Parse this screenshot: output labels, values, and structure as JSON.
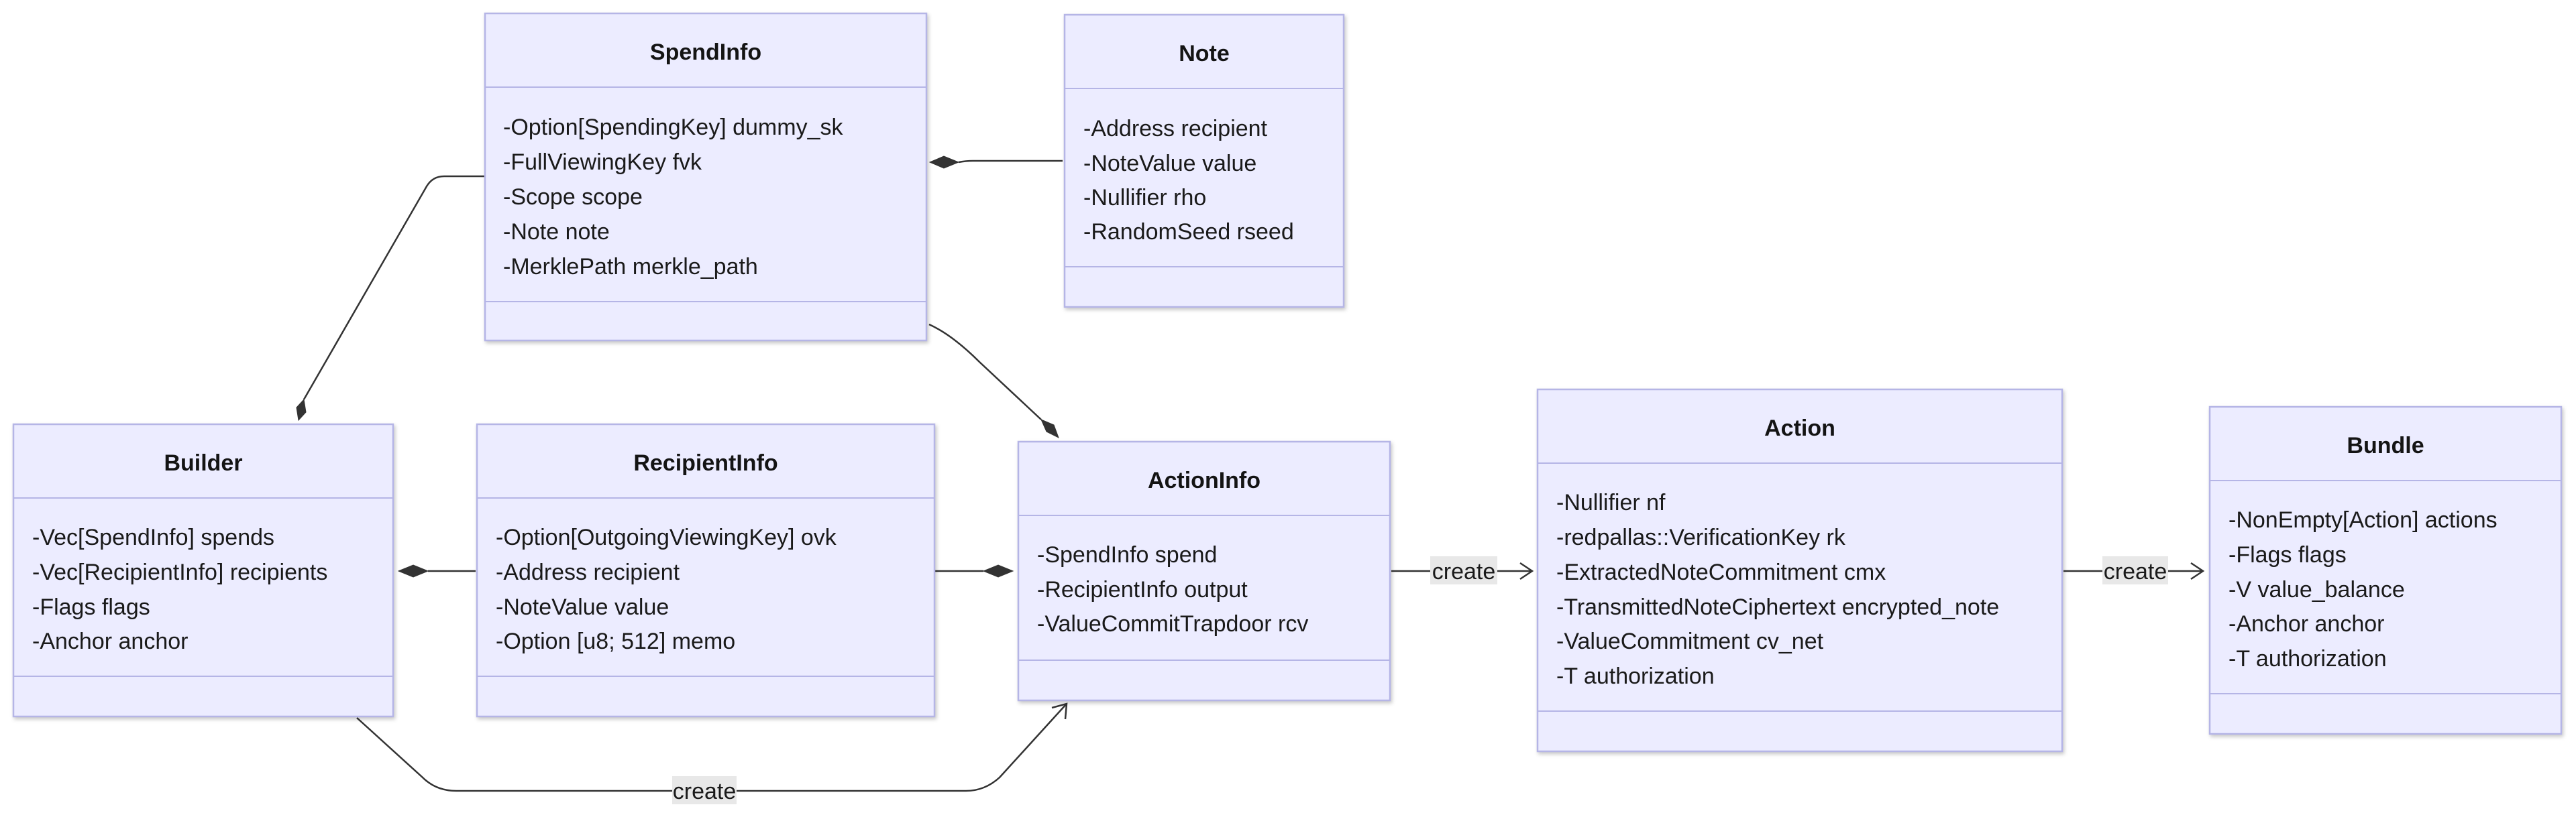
{
  "classes": {
    "spendinfo": {
      "name": "SpendInfo",
      "members": [
        "-Option[SpendingKey] dummy_sk",
        "-FullViewingKey fvk",
        "-Scope scope",
        "-Note note",
        "-MerklePath merkle_path"
      ]
    },
    "note": {
      "name": "Note",
      "members": [
        "-Address recipient",
        "-NoteValue value",
        "-Nullifier rho",
        "-RandomSeed rseed"
      ]
    },
    "builder": {
      "name": "Builder",
      "members": [
        "-Vec[SpendInfo] spends",
        "-Vec[RecipientInfo] recipients",
        "-Flags flags",
        "-Anchor anchor"
      ]
    },
    "recipientinfo": {
      "name": "RecipientInfo",
      "members": [
        "-Option[OutgoingViewingKey] ovk",
        "-Address recipient",
        "-NoteValue value",
        "-Option [u8; 512] memo"
      ]
    },
    "actioninfo": {
      "name": "ActionInfo",
      "members": [
        "-SpendInfo spend",
        "-RecipientInfo output",
        "-ValueCommitTrapdoor rcv"
      ]
    },
    "action": {
      "name": "Action",
      "members": [
        "-Nullifier nf",
        "-redpallas::VerificationKey rk",
        "-ExtractedNoteCommitment cmx",
        "-TransmittedNoteCiphertext encrypted_note",
        "-ValueCommitment cv_net",
        "-T authorization"
      ]
    },
    "bundle": {
      "name": "Bundle",
      "members": [
        "-NonEmpty[Action] actions",
        "-Flags flags",
        "-V value_balance",
        "-Anchor anchor",
        "-T authorization"
      ]
    }
  },
  "edges": {
    "builder_create_actioninfo": "create",
    "actioninfo_create_action": "create",
    "action_create_bundle": "create"
  },
  "colors": {
    "class_fill": "#ECECFF",
    "class_stroke": "#B5B5E6",
    "line": "#333333",
    "label_background": "#e8e8e8"
  }
}
